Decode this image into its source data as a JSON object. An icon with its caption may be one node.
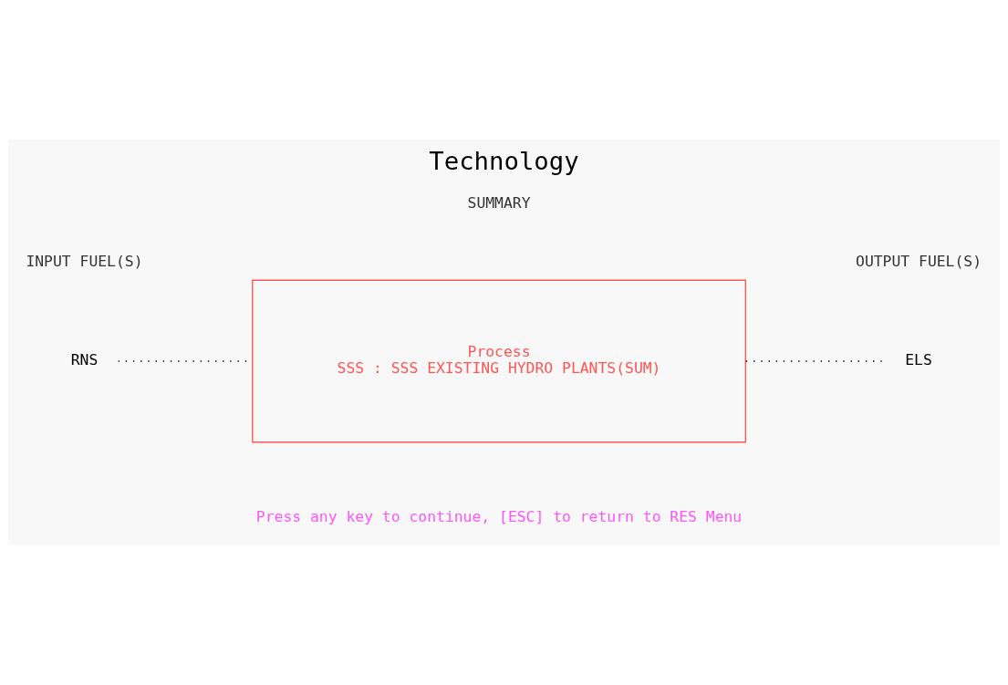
{
  "diagram": {
    "title": "Technology",
    "nodes": [
      {
        "text": [
          "RNS"
        ]
      },
      {
        "text": [
          "Process",
          "SSS : SSS EXISTING HYDRO PLANTS(SUM)"
        ]
      },
      {
        "text": [
          "ELS"
        ]
      }
    ],
    "edges": [
      {
        "from": 0,
        "to": 1,
        "arrow": "none",
        "style": "dashed"
      },
      {
        "from": 1,
        "to": 2,
        "arrow": "none",
        "style": "dashed"
      }
    ],
    "labels": [
      "SUMMARY",
      "INPUT FUEL(S)",
      "OUTPUT FUEL(S)",
      "Press any key to continue, [ESC] to return to RES Menu"
    ]
  }
}
